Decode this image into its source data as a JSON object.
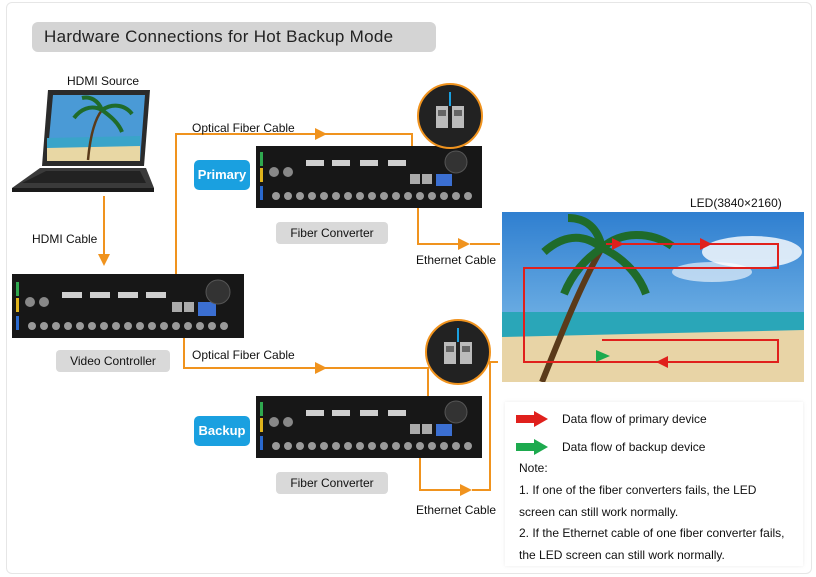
{
  "title": "Hardware Connections for Hot Backup Mode",
  "labels": {
    "hdmi_source": "HDMI Source",
    "hdmi_cable": "HDMI Cable",
    "optical_fiber_top": "Optical Fiber Cable",
    "optical_fiber_bottom": "Optical Fiber Cable",
    "ethernet_top": "Ethernet Cable",
    "ethernet_bottom": "Ethernet Cable",
    "led_screen": "LED(3840×2160)"
  },
  "devices": {
    "video_controller": "Video Controller",
    "fiber_converter_primary": "Fiber Converter",
    "fiber_converter_backup": "Fiber Converter"
  },
  "badges": {
    "primary": "Primary",
    "backup": "Backup"
  },
  "legend": {
    "primary": {
      "text": "Data flow of primary device",
      "color": "#e0201c"
    },
    "backup": {
      "text": "Data flow of backup device",
      "color": "#1daa4e"
    }
  },
  "notes": {
    "heading": "Note:",
    "line1": "1. If one of the fiber converters fails, the LED",
    "line2": "screen  can still work normally.",
    "line3": "2. If the Ethernet cable of one fiber converter fails,",
    "line4": "the LED screen can still work normally."
  },
  "colors": {
    "cable": "#f0931e",
    "accent": "#1aa0e0",
    "primary_flow": "#e0201c",
    "backup_flow": "#1daa4e"
  }
}
